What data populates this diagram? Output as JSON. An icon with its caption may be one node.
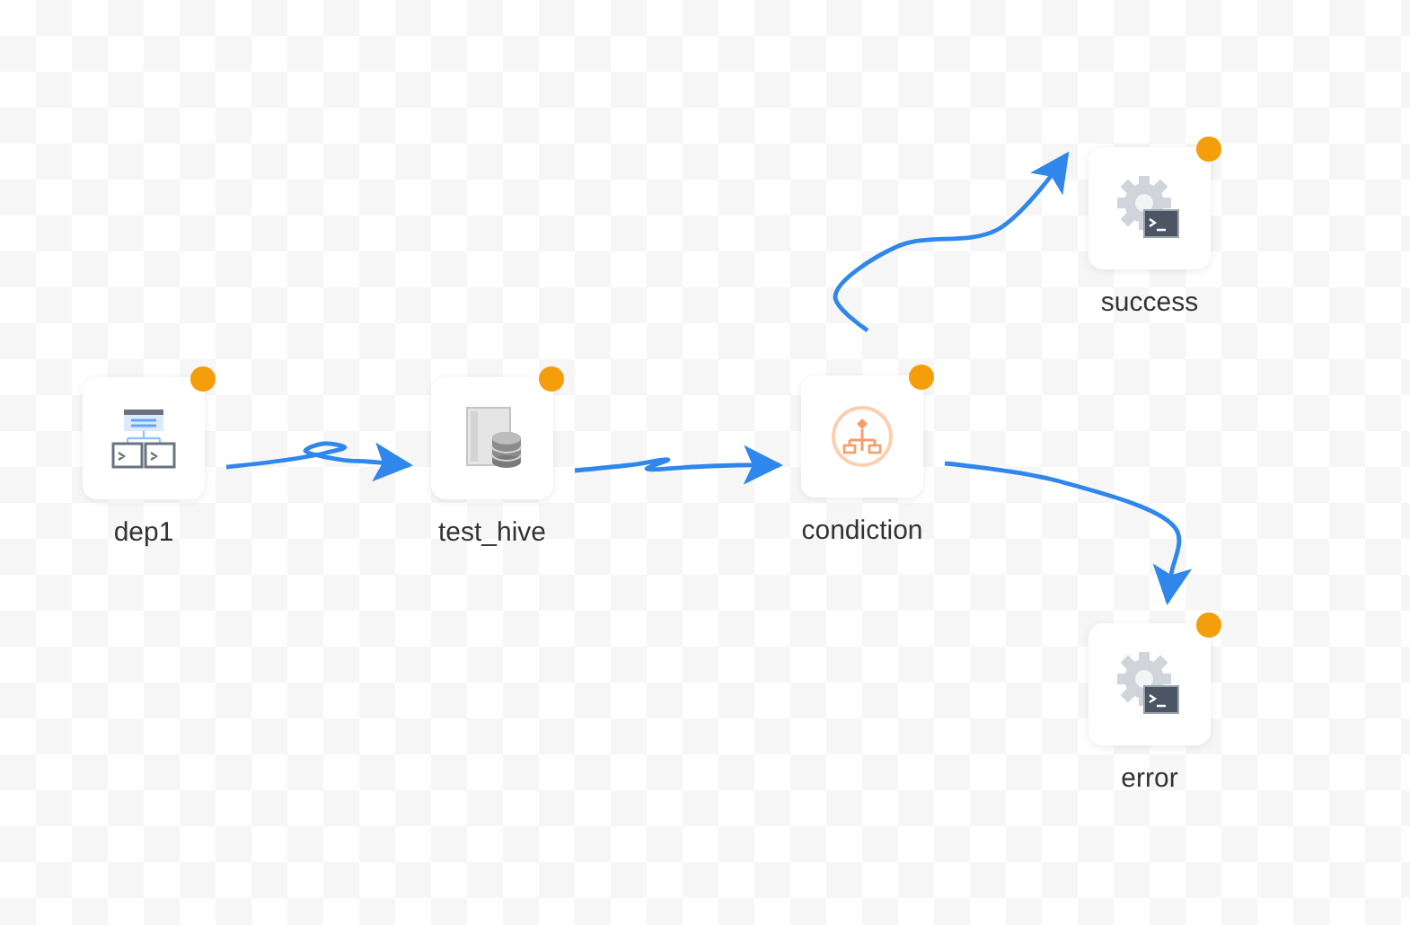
{
  "diagram": {
    "nodes": [
      {
        "text": [
          "dep1"
        ]
      },
      {
        "text": [
          "test_hive"
        ]
      },
      {
        "text": [
          "condiction"
        ]
      },
      {
        "text": [
          "success"
        ]
      },
      {
        "text": [
          "error"
        ]
      }
    ],
    "edges": [
      {
        "from": 0,
        "to": 1,
        "arrow": "to"
      },
      {
        "from": 1,
        "to": 2,
        "arrow": "to"
      },
      {
        "from": 2,
        "to": 3,
        "arrow": "to"
      },
      {
        "from": 2,
        "to": 4,
        "arrow": "to"
      }
    ]
  }
}
